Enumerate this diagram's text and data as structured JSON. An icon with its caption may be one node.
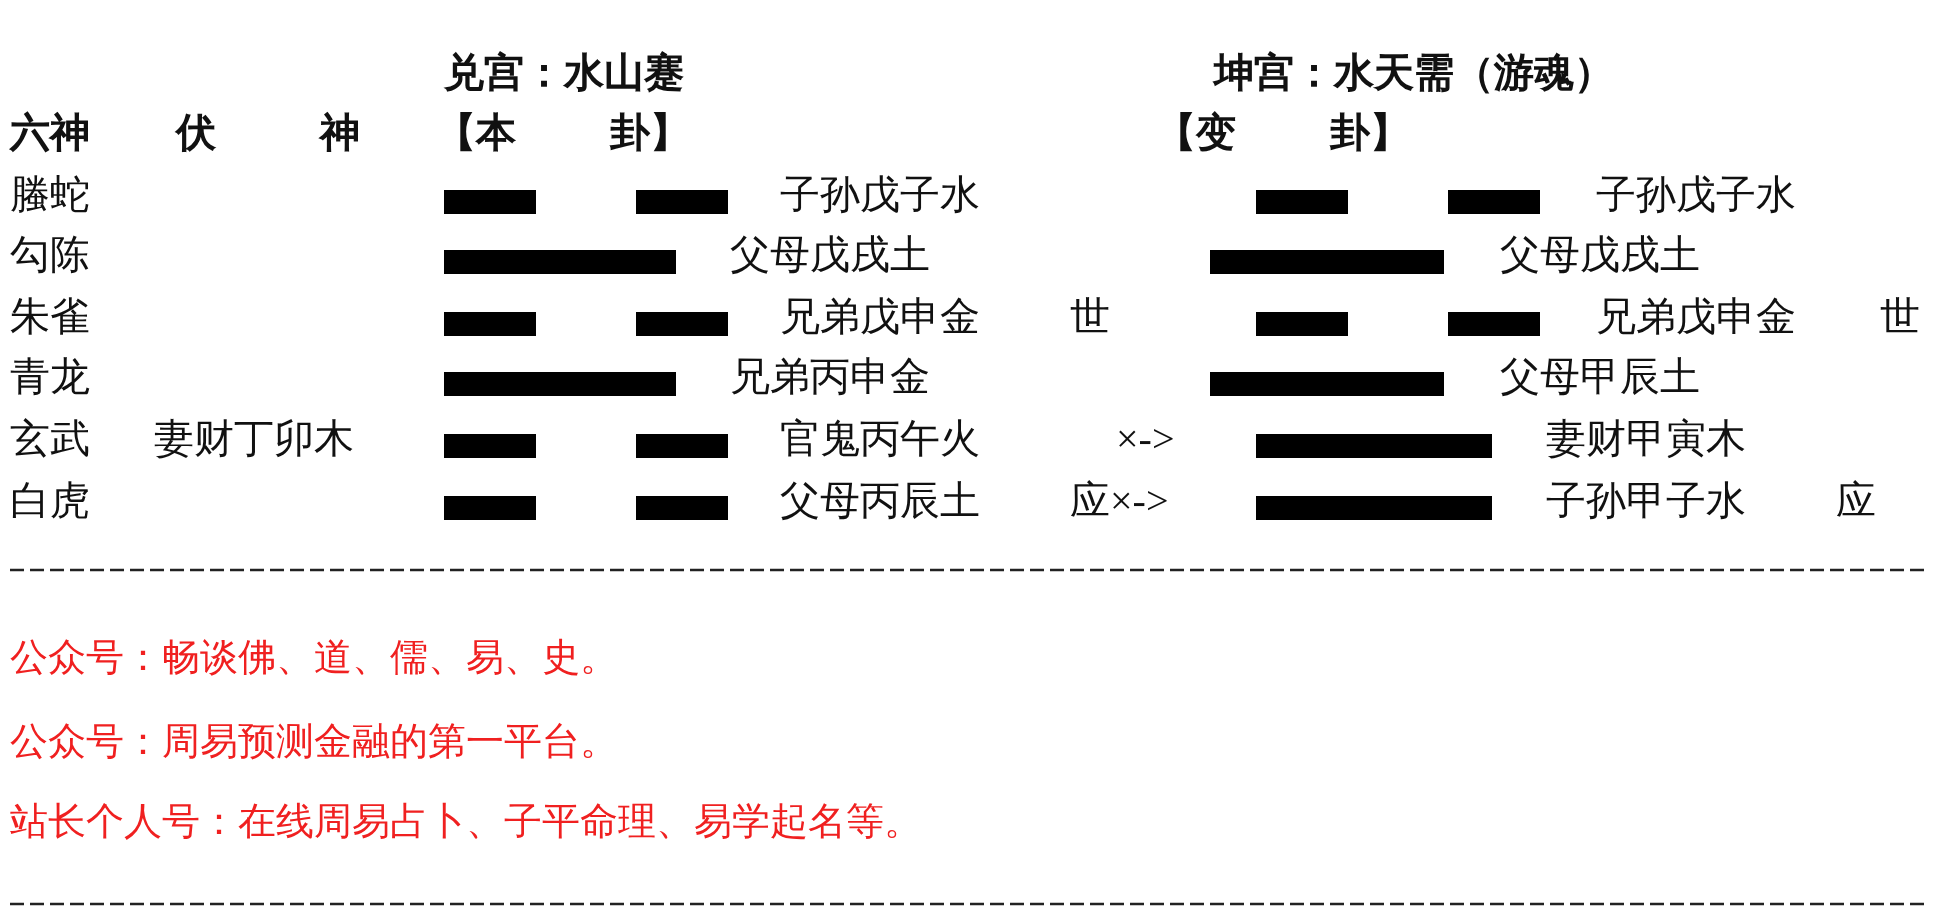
{
  "diagram": {
    "labels": [
      "兑宫：水山蹇",
      "坤宫：水天需（游魂）",
      "六神",
      "伏",
      "神",
      "【本",
      "卦】",
      "【变",
      "卦】",
      "螣蛇",
      "子孙戊子水",
      "子孙戊子水",
      "勾陈",
      "父母戊戌土",
      "父母戊戌土",
      "朱雀",
      "兄弟戊申金",
      "世",
      "兄弟戊申金",
      "世",
      "青龙",
      "兄弟丙申金",
      "父母甲辰土",
      "玄武",
      "妻财丁卯木",
      "官鬼丙午火",
      "×->",
      "妻财甲寅木",
      "白虎",
      "父母丙辰土",
      "应×->",
      "子孙甲子水",
      "应",
      "公众号：畅谈佛、道、儒、易、史。",
      "公众号：周易预测金融的第一平台。",
      "站长个人号：在线周易占卜、子平命理、易学起名等。"
    ]
  }
}
